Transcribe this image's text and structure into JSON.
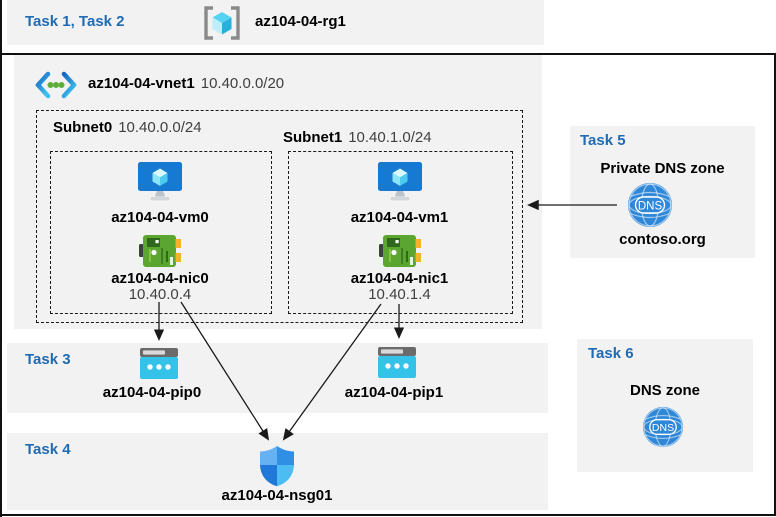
{
  "colors": {
    "task_label_blue": "#1F6BB4",
    "panel_gray": "#F2F2F2",
    "frame_black": "#111111",
    "vm_icon_blue": "#1679D2",
    "nic_icon_green": "#5AA630",
    "pip_icon_cyan": "#35C2E9",
    "dns_icon_blue": "#2F87D7"
  },
  "header": {
    "tasks": "Task 1, Task 2",
    "resource_group": "az104-04-rg1"
  },
  "vnet": {
    "name": "az104-04-vnet1",
    "cidr": "10.40.0.0/20",
    "subnets": [
      {
        "name": "Subnet0",
        "cidr": "10.40.0.0/24",
        "vm": "az104-04-vm0",
        "nic": "az104-04-nic0",
        "ip": "10.40.0.4"
      },
      {
        "name": "Subnet1",
        "cidr": "10.40.1.0/24",
        "vm": "az104-04-vm1",
        "nic": "az104-04-nic1",
        "ip": "10.40.1.4"
      }
    ]
  },
  "task3": {
    "label": "Task 3",
    "pip0": "az104-04-pip0",
    "pip1": "az104-04-pip1"
  },
  "task4": {
    "label": "Task 4",
    "nsg": "az104-04-nsg01"
  },
  "task5": {
    "label": "Task 5",
    "title": "Private DNS zone",
    "zone": "contoso.org",
    "icon_text": "DNS"
  },
  "task6": {
    "label": "Task 6",
    "title": "DNS zone",
    "icon_text": "DNS"
  }
}
